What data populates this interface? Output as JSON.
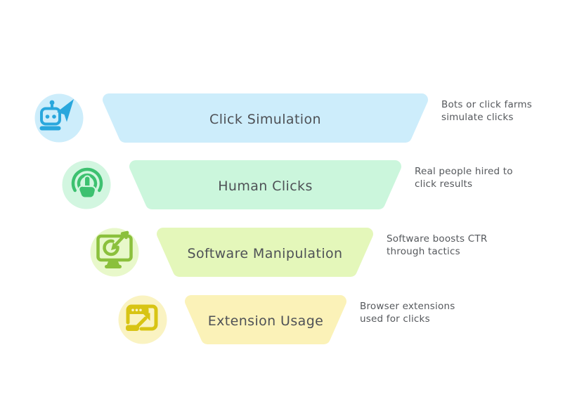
{
  "funnel": {
    "label_color": "#4e5156",
    "desc_color": "#55585c",
    "levels": [
      {
        "label": "Click Simulation",
        "desc_line1": "Bots or click farms",
        "desc_line2": "simulate clicks",
        "fill": "#cdedfb",
        "badge_fill": "#cdedfb",
        "icon": "robot-cursor-icon",
        "icon_color": "#29a7dd"
      },
      {
        "label": "Human Clicks",
        "desc_line1": "Real people hired to",
        "desc_line2": "click results",
        "fill": "#cbf6dc",
        "badge_fill": "#d2f6e0",
        "icon": "tap-click-icon",
        "icon_color": "#3dc170"
      },
      {
        "label": "Software Manipulation",
        "desc_line1": "Software boosts CTR",
        "desc_line2": "through tactics",
        "fill": "#e4f7ba",
        "badge_fill": "#e8f8ca",
        "icon": "monitor-target-icon",
        "icon_color": "#8bc03c"
      },
      {
        "label": "Extension Usage",
        "desc_line1": "Browser extensions",
        "desc_line2": "used for clicks",
        "fill": "#fbf2b8",
        "badge_fill": "#faf3c2",
        "icon": "browser-arrow-icon",
        "icon_color": "#d8c414"
      }
    ]
  }
}
